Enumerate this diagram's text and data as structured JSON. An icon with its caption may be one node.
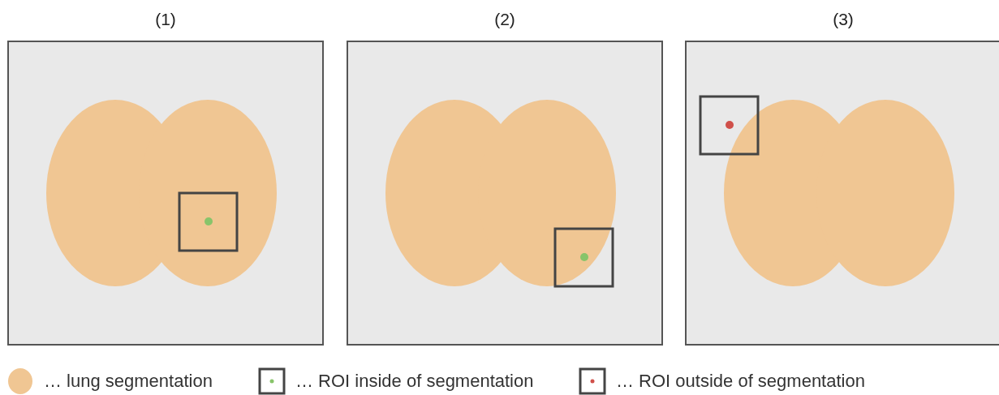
{
  "diagram": {
    "nodes": [
      {
        "text": [
          "(1)"
        ]
      },
      {
        "text": [
          "(2)"
        ]
      },
      {
        "text": [
          "(3)"
        ]
      }
    ],
    "legend": [
      {
        "text": "… lung segmentation",
        "color": "#f0c693"
      },
      {
        "text": "… ROI inside of segmentation"
      },
      {
        "text": "… ROI outside of segmentation"
      }
    ]
  }
}
